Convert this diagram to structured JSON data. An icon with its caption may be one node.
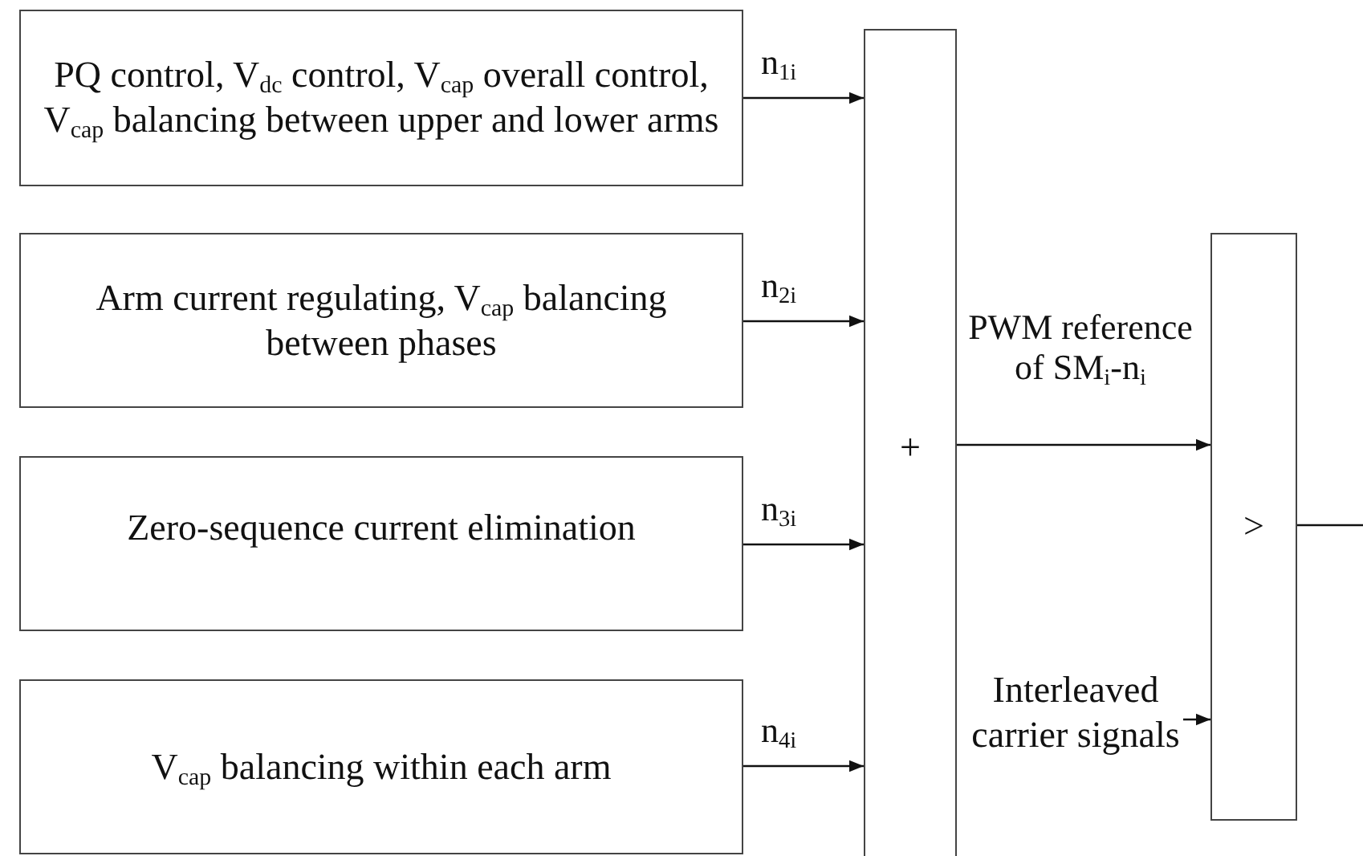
{
  "diagram": {
    "nodes": [
      {
        "text": [
          "PQ control, V$_{dc}$ control, V$_{cap}$ overall control, V$_{cap}$ balancing between upper and lower arms"
        ]
      },
      {
        "text": [
          "Arm current regulating, V$_{cap}$ balancing between phases"
        ]
      },
      {
        "text": [
          "Zero-sequence current elimination"
        ]
      },
      {
        "text": [
          "V$_{cap}$ balancing within each arm"
        ]
      },
      {
        "text": [
          "+"
        ]
      },
      {
        "text": [
          ">"
        ]
      },
      {
        "text": [
          "Interleaved carrier signals"
        ]
      }
    ],
    "edges": [
      {
        "from": 0,
        "to": 4,
        "arrow": "to",
        "label": "n$_{1i}$"
      },
      {
        "from": 1,
        "to": 4,
        "arrow": "to",
        "label": "n$_{2i}$"
      },
      {
        "from": 2,
        "to": 4,
        "arrow": "to",
        "label": "n$_{3i}$"
      },
      {
        "from": 3,
        "to": 4,
        "arrow": "to",
        "label": "n$_{4i}$"
      },
      {
        "from": 4,
        "to": 5,
        "arrow": "to",
        "label": "PWM reference of SM$_{i}$-n$_{i}$"
      },
      {
        "from": 6,
        "to": 5,
        "arrow": "to"
      },
      {
        "from": 5,
        "to": null,
        "arrow": "none"
      }
    ]
  }
}
